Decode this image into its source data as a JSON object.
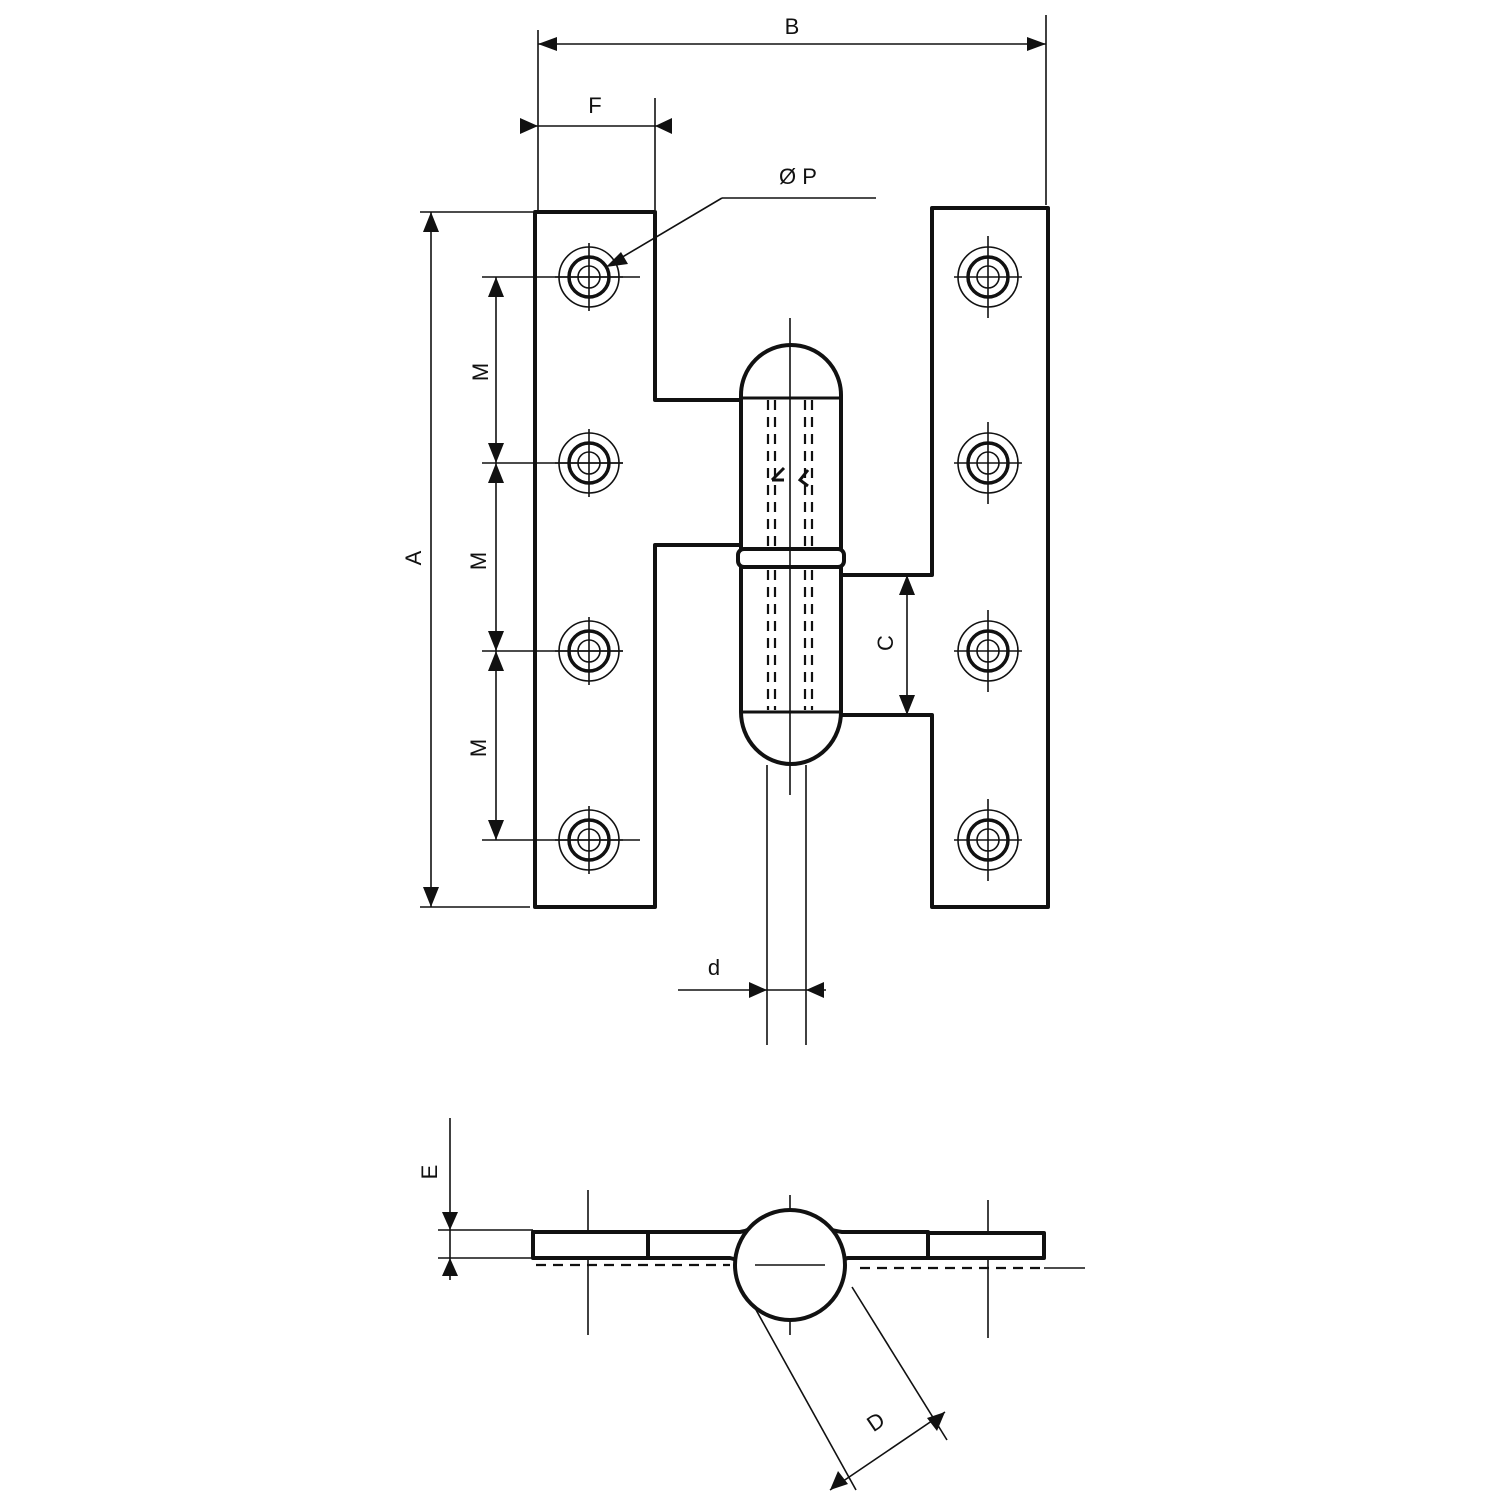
{
  "labels": {
    "A": "A",
    "B": "B",
    "C": "C",
    "D": "D",
    "E": "E",
    "F": "F",
    "M1": "M",
    "M2": "M",
    "M3": "M",
    "P": "Ø P",
    "d": "d"
  }
}
